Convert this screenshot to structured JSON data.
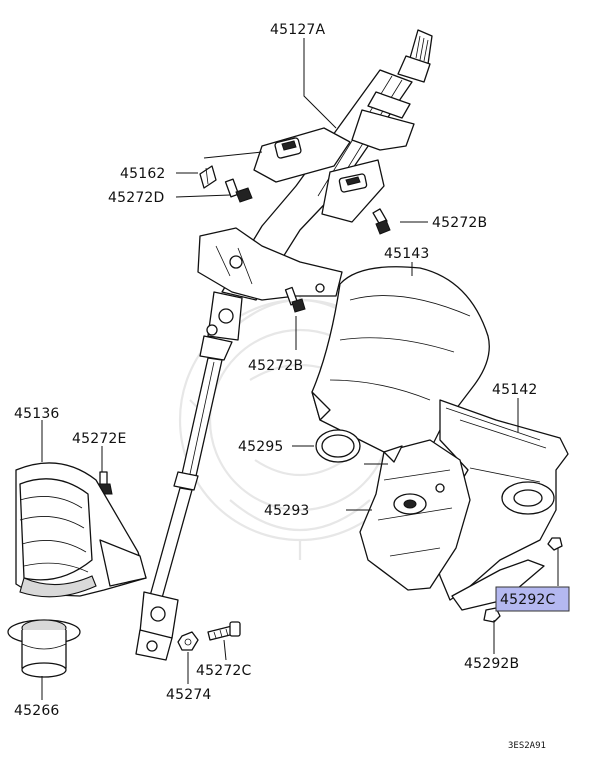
{
  "diagram": {
    "labels": {
      "p45127A": "45127A",
      "p45162": "45162",
      "p45272D": "45272D",
      "p45272B_top": "45272B",
      "p45143": "45143",
      "p45272B_mid": "45272B",
      "p45136": "45136",
      "p45272E": "45272E",
      "p45142": "45142",
      "p45295": "45295",
      "p45293": "45293",
      "p45292C": "45292C",
      "p45292B": "45292B",
      "p45272C": "45272C",
      "p45274": "45274",
      "p45266": "45266"
    },
    "drawing_code": "3ES2A91",
    "highlight_color": "#b4b8f0"
  }
}
